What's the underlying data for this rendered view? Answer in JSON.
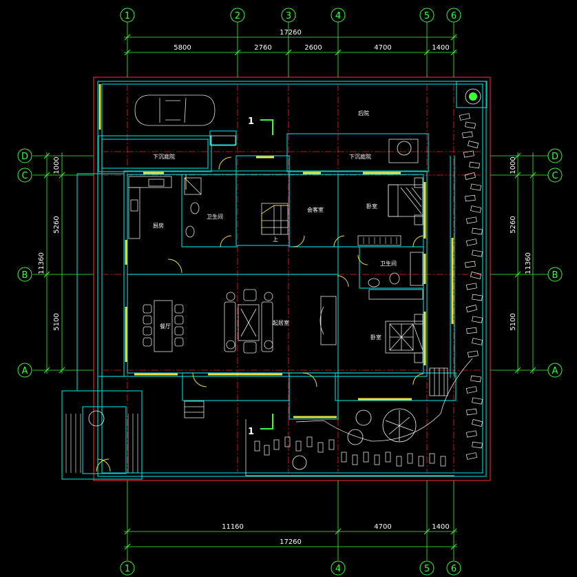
{
  "axes": {
    "vertical": [
      {
        "id": "1",
        "label": "1"
      },
      {
        "id": "2",
        "label": "2"
      },
      {
        "id": "3",
        "label": "3"
      },
      {
        "id": "4",
        "label": "4"
      },
      {
        "id": "5",
        "label": "5"
      },
      {
        "id": "6",
        "label": "6"
      }
    ],
    "horizontal": [
      {
        "id": "D",
        "label": "D"
      },
      {
        "id": "C",
        "label": "C"
      },
      {
        "id": "B",
        "label": "B"
      },
      {
        "id": "A",
        "label": "A"
      }
    ]
  },
  "dimensions": {
    "top_total": "17260",
    "top_segments": [
      "5800",
      "2760",
      "2600",
      "4700",
      "1400"
    ],
    "bottom_segments": [
      "11160",
      "4700",
      "1400"
    ],
    "bottom_total": "17260",
    "left_segments": [
      "1000",
      "5260",
      "5100"
    ],
    "left_total": "11360",
    "right_segments": [
      "1000",
      "5260",
      "5100"
    ],
    "right_total": "11360"
  },
  "rooms": {
    "backyard": "后院",
    "sunken_garden_left": "下沉庭院",
    "sunken_garden_right": "下沉庭院",
    "kitchen": "厨房",
    "bathroom_1": "卫生间",
    "guest_room": "会客室",
    "bedroom_1": "卧室",
    "bathroom_2": "卫生间",
    "dining": "餐厅",
    "living": "起居室",
    "bedroom_2": "卧室",
    "stair_up": "上"
  },
  "section_marks": [
    "1",
    "1"
  ],
  "colors": {
    "background": "#000000",
    "axis_bubble": "#39ff39",
    "grid_line": "#ff2020",
    "wall": "#00c8c8",
    "window_door": "#f0e040",
    "furniture": "#e8e8e8",
    "dimension_text": "#ffffff"
  }
}
